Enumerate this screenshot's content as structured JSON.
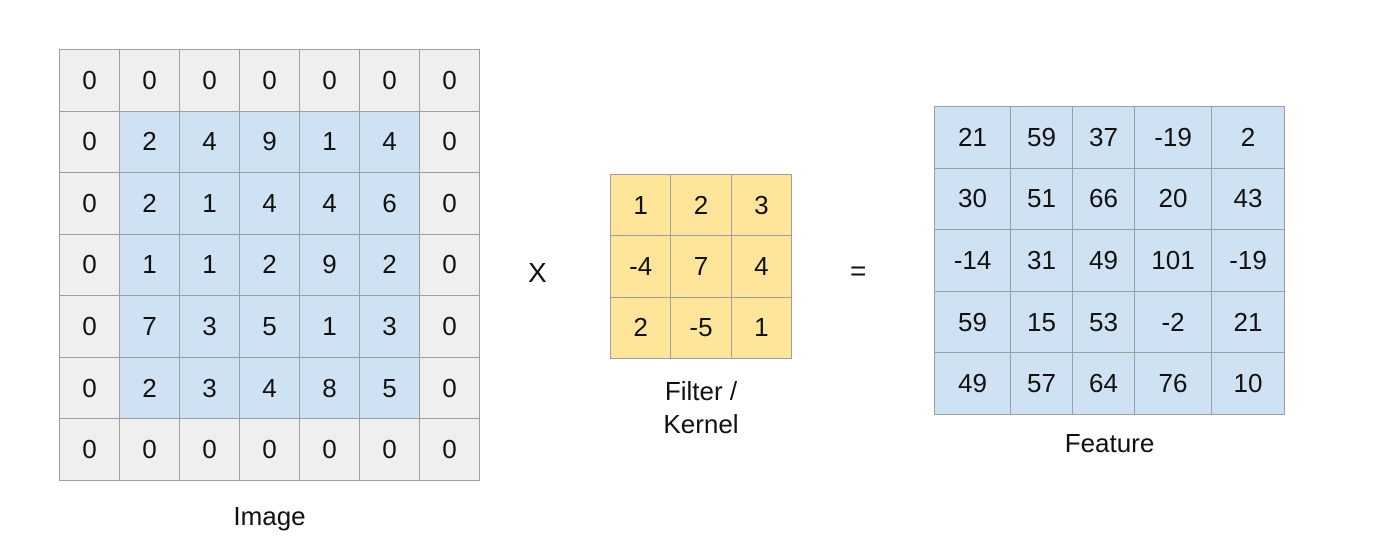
{
  "image": {
    "label": "Image",
    "rows": [
      [
        "0",
        "0",
        "0",
        "0",
        "0",
        "0",
        "0"
      ],
      [
        "0",
        "2",
        "4",
        "9",
        "1",
        "4",
        "0"
      ],
      [
        "0",
        "2",
        "1",
        "4",
        "4",
        "6",
        "0"
      ],
      [
        "0",
        "1",
        "1",
        "2",
        "9",
        "2",
        "0"
      ],
      [
        "0",
        "7",
        "3",
        "5",
        "1",
        "3",
        "0"
      ],
      [
        "0",
        "2",
        "3",
        "4",
        "8",
        "5",
        "0"
      ],
      [
        "0",
        "0",
        "0",
        "0",
        "0",
        "0",
        "0"
      ]
    ]
  },
  "operators": {
    "multiply": "X",
    "equals": "="
  },
  "kernel": {
    "label_line1": "Filter /",
    "label_line2": "Kernel",
    "rows": [
      [
        "1",
        "2",
        "3"
      ],
      [
        "-4",
        "7",
        "4"
      ],
      [
        "2",
        "-5",
        "1"
      ]
    ]
  },
  "feature": {
    "label": "Feature",
    "rows": [
      [
        "21",
        "59",
        "37",
        "-19",
        "2"
      ],
      [
        "30",
        "51",
        "66",
        "20",
        "43"
      ],
      [
        "-14",
        "31",
        "49",
        "101",
        "-19"
      ],
      [
        "59",
        "15",
        "53",
        "-2",
        "21"
      ],
      [
        "49",
        "57",
        "64",
        "76",
        "10"
      ]
    ]
  },
  "colors": {
    "padding_cell": "#efefef",
    "image_cell": "#cfe2f3",
    "kernel_cell": "#ffe599",
    "feature_cell": "#cfe2f3",
    "grid_line": "#9e9e9e"
  }
}
